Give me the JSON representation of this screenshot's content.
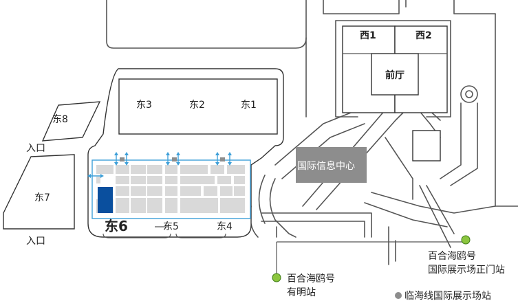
{
  "halls": {
    "east1": "东1",
    "east2": "东2",
    "east3": "东3",
    "east4": "东4",
    "east5": "东5",
    "east6": "东6",
    "east7": "东7",
    "east8": "东8",
    "west1": "西1",
    "west2": "西2",
    "front_hall": "前厅"
  },
  "entrances": {
    "upper": "入口",
    "lower": "入口"
  },
  "center": "国际信息中心",
  "stations": {
    "ariake_line1": "百合海鸥号",
    "ariake_line2": "有明站",
    "kokusai_line1": "百合海鸥号",
    "kokusai_line2": "国际展示场正门站",
    "rinkai": "临海线国际展示场站"
  },
  "colors": {
    "highlight": "#0a4f9e",
    "arrow": "#3d9fd8",
    "station_dot": "#8cc63f"
  }
}
